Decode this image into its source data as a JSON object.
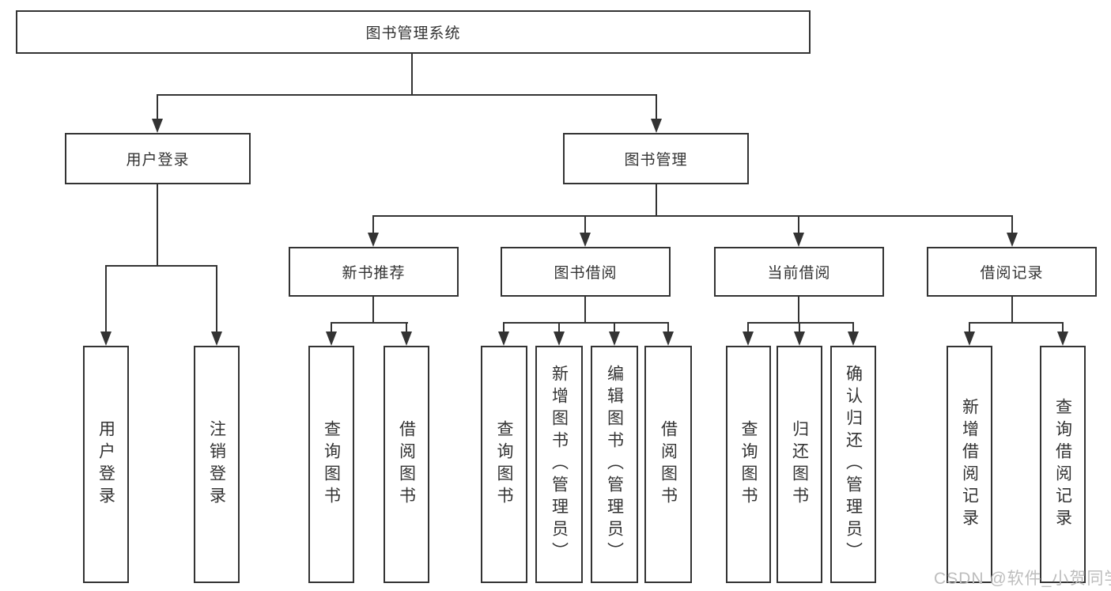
{
  "diagram": {
    "root": {
      "label": "图书管理系统"
    },
    "user_login": {
      "label": "用户登录",
      "children": [
        {
          "label": "用户登录"
        },
        {
          "label": "注销登录"
        }
      ]
    },
    "book_mgmt": {
      "label": "图书管理",
      "groups": [
        {
          "label": "新书推荐",
          "children": [
            {
              "label": "查询图书"
            },
            {
              "label": "借阅图书"
            }
          ]
        },
        {
          "label": "图书借阅",
          "children": [
            {
              "label": "查询图书"
            },
            {
              "label": "新增图书（管理员）"
            },
            {
              "label": "编辑图书（管理员）"
            },
            {
              "label": "借阅图书"
            }
          ]
        },
        {
          "label": "当前借阅",
          "children": [
            {
              "label": "查询图书"
            },
            {
              "label": "归还图书"
            },
            {
              "label": "确认归还（管理员）"
            }
          ]
        },
        {
          "label": "借阅记录",
          "children": [
            {
              "label": "新增借阅记录"
            },
            {
              "label": "查询借阅记录"
            }
          ]
        }
      ]
    }
  },
  "watermark": {
    "text": "CSDN @软件_小贺同学"
  },
  "colors": {
    "line": "#333333",
    "text": "#333333",
    "watermark": "#bdbdbd",
    "background": "#ffffff"
  }
}
